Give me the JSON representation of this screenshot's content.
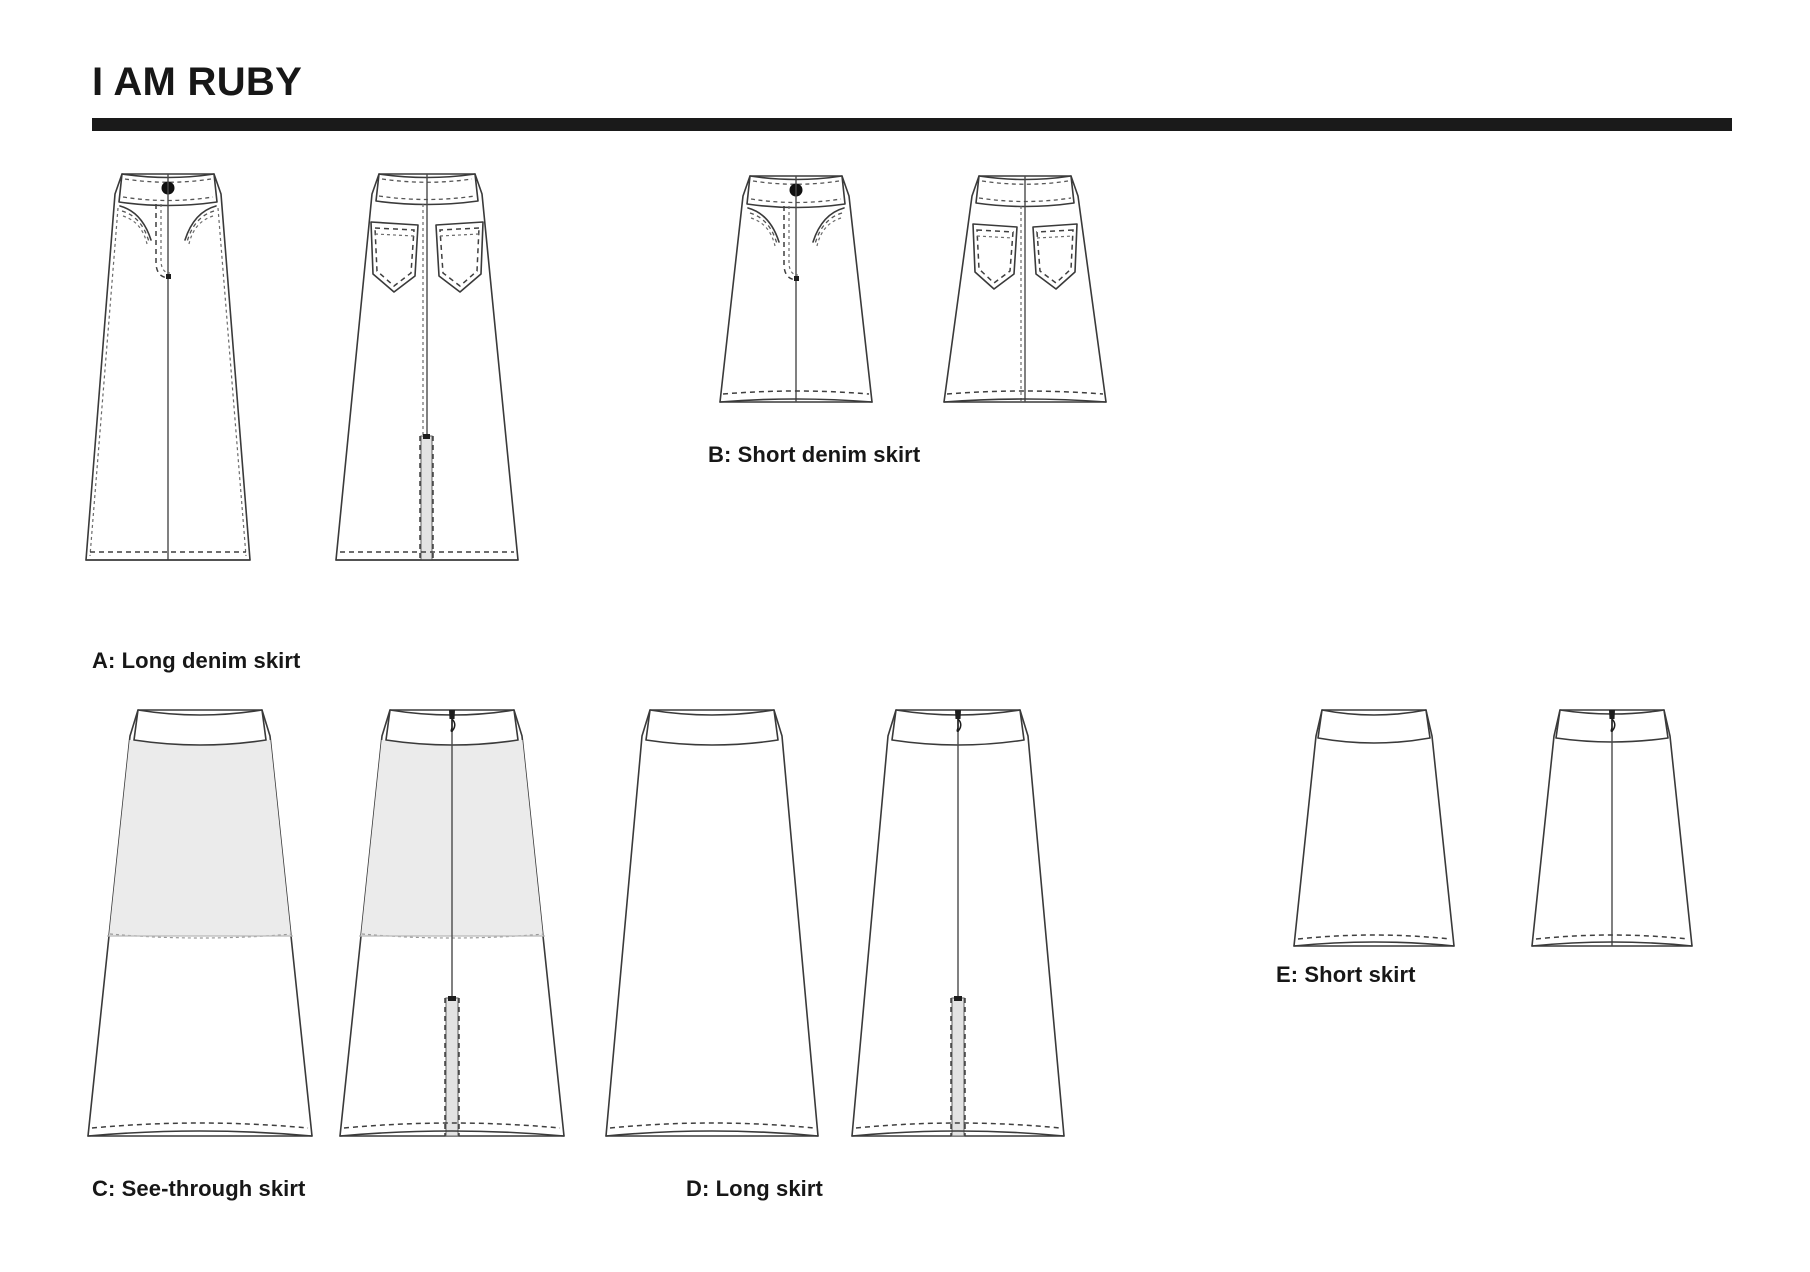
{
  "page": {
    "brand_title": "I AM RUBY",
    "background_color": "#ffffff",
    "rule_color": "#1a1a1a",
    "ink_color": "#3a3a3a",
    "lining_fill_color": "#ebebeb"
  },
  "figures": [
    {
      "id": "A",
      "caption": "A: Long denim skirt",
      "views": [
        "front",
        "back"
      ],
      "details": [
        "waistband",
        "button",
        "fly-stitching",
        "curved-front-pockets",
        "back-patch-pockets",
        "center-back-seam",
        "topstitching",
        "dashed-hem"
      ]
    },
    {
      "id": "B",
      "caption": "B: Short denim skirt",
      "views": [
        "front",
        "back"
      ],
      "details": [
        "waistband",
        "button",
        "fly-stitching",
        "curved-front-pockets",
        "back-patch-pockets",
        "center-back-seam",
        "topstitching",
        "dashed-hem"
      ]
    },
    {
      "id": "C",
      "caption": "C: See-through skirt",
      "views": [
        "front",
        "back"
      ],
      "details": [
        "waistband",
        "opaque-lining-panel",
        "sheer-lower-layer",
        "center-back-seam",
        "back-zipper",
        "back-vent",
        "dashed-hem"
      ]
    },
    {
      "id": "D",
      "caption": "D: Long skirt",
      "views": [
        "front",
        "back"
      ],
      "details": [
        "waistband",
        "a-line",
        "center-back-seam",
        "back-zipper",
        "back-vent",
        "dashed-hem"
      ]
    },
    {
      "id": "E",
      "caption": "E: Short skirt",
      "views": [
        "front",
        "back"
      ],
      "details": [
        "waistband",
        "a-line",
        "center-back-seam",
        "back-zipper",
        "dashed-hem"
      ]
    }
  ]
}
